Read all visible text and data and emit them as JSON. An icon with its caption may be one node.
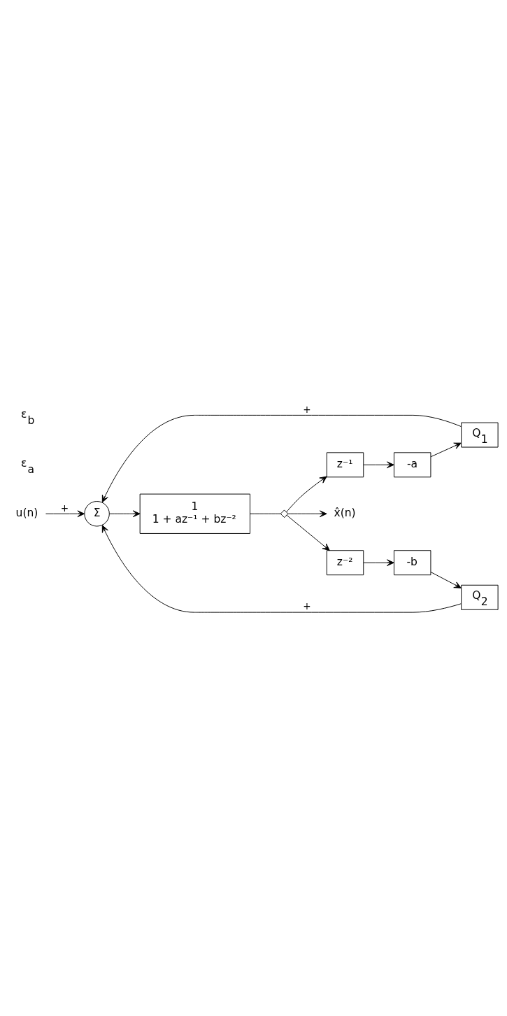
{
  "diagram": {
    "nodes": [
      {
        "text": [
          "Σ"
        ]
      },
      {
        "text": [
          "1",
          "1 + az⁻¹ + bz⁻²"
        ]
      },
      {
        "text": [
          "z⁻¹"
        ]
      },
      {
        "text": [
          "-a"
        ]
      },
      {
        "text": [
          "Q$_{1}$"
        ]
      },
      {
        "text": [
          "z⁻²"
        ]
      },
      {
        "text": [
          "-b"
        ]
      },
      {
        "text": [
          "Q$_{2}$"
        ]
      },
      {
        "text": [],
        "shape": "diamond"
      },
      {
        "text": [
          "u(n)"
        ]
      },
      {
        "text": [
          "x̂(n)"
        ]
      }
    ],
    "edges": [
      {
        "from": 9,
        "to": 0,
        "arrow": "to",
        "label": "+"
      },
      {
        "from": 0,
        "to": 1,
        "arrow": "to"
      },
      {
        "from": 1,
        "to": 8,
        "arrow": "none"
      },
      {
        "from": 8,
        "to": 10,
        "arrow": "to"
      },
      {
        "from": 8,
        "to": 2,
        "arrow": "to"
      },
      {
        "from": 2,
        "to": 3,
        "arrow": "to"
      },
      {
        "from": 3,
        "to": 4,
        "arrow": "to"
      },
      {
        "from": 4,
        "to": 0,
        "arrow": "to",
        "label": "+"
      },
      {
        "from": 8,
        "to": 5,
        "arrow": "to"
      },
      {
        "from": 5,
        "to": 6,
        "arrow": "to"
      },
      {
        "from": 6,
        "to": 7,
        "arrow": "to"
      },
      {
        "from": 7,
        "to": 0,
        "arrow": "to",
        "label": "+"
      }
    ],
    "labels": [
      "ε$_{a}$",
      "ε$_{b}$"
    ]
  }
}
